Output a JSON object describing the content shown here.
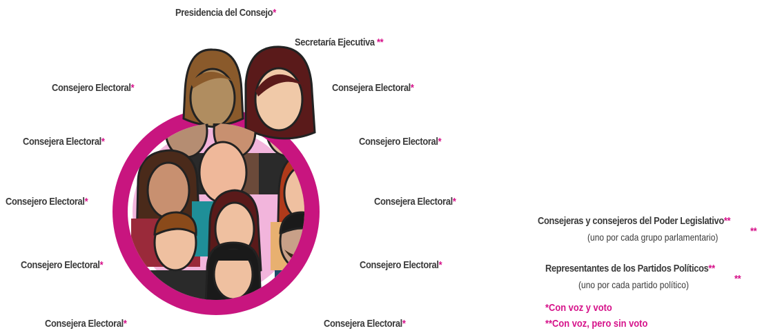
{
  "colors": {
    "accent": "#d6138a",
    "ring": "#c8157f",
    "inner": "#f2b5dc",
    "text": "#3a3a3a"
  },
  "labels": {
    "presidencia": {
      "text": "Presidencia del Consejo",
      "mark": "*"
    },
    "secretaria": {
      "text": "Secretaría Ejecutiva ",
      "mark": "**"
    },
    "l1": {
      "text": "Consejero Electoral",
      "mark": "*"
    },
    "r1": {
      "text": "Consejera Electoral",
      "mark": "*"
    },
    "l2": {
      "text": "Consejera Electoral",
      "mark": "*"
    },
    "r2": {
      "text": "Consejero Electoral",
      "mark": "*"
    },
    "l3": {
      "text": "Consejero Electoral",
      "mark": "*"
    },
    "r3": {
      "text": "Consejera Electoral",
      "mark": "*"
    },
    "l4": {
      "text": "Consejero Electoral",
      "mark": "*"
    },
    "r4": {
      "text": "Consejero Electoral",
      "mark": "*"
    },
    "l5": {
      "text": "Consejera Electoral",
      "mark": "*"
    },
    "r5": {
      "text": "Consejera Electoral",
      "mark": "*"
    }
  },
  "right_panel": {
    "legislativo": {
      "text": "Consejeras y consejeros del Poder Legislativo",
      "mark": "**",
      "mark2": "**",
      "note": "(uno por cada grupo parlamentario)"
    },
    "partidos": {
      "text": "Representantes de los Partidos Políticos",
      "mark": "**",
      "mark2": "**",
      "note": "(uno por cada partido político)"
    },
    "legend1": "*Con voz y voto",
    "legend2": "**Con voz, pero sin voto"
  }
}
